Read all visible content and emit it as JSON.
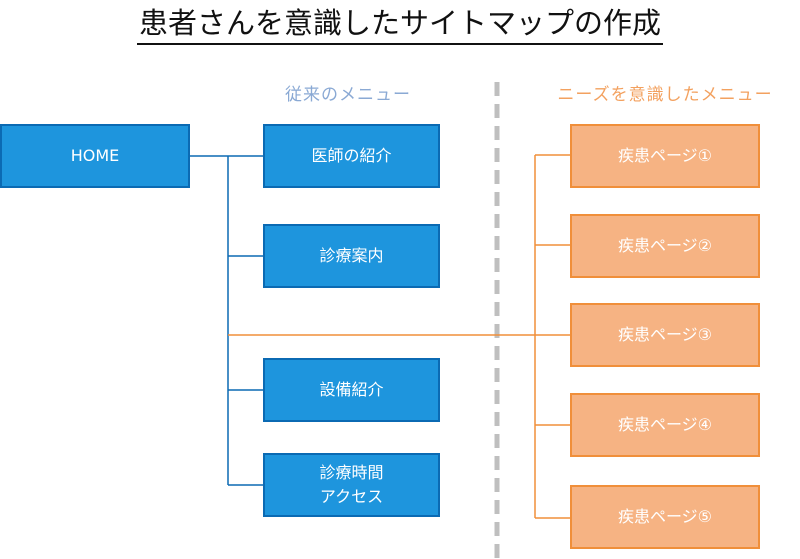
{
  "title": "患者さんを意識したサイトマップの作成",
  "headings": {
    "old_menu": "従来のメニュー",
    "needs_menu": "ニーズを意識したメニュー"
  },
  "home": "HOME",
  "old_menu_items": [
    {
      "line1": "医師の紹介",
      "line2": ""
    },
    {
      "line1": "診療案内",
      "line2": ""
    },
    {
      "line1": "設備紹介",
      "line2": ""
    },
    {
      "line1": "診療時間",
      "line2": "アクセス"
    }
  ],
  "needs_menu_items": [
    {
      "label": "疾患ページ①"
    },
    {
      "label": "疾患ページ②"
    },
    {
      "label": "疾患ページ③"
    },
    {
      "label": "疾患ページ④"
    },
    {
      "label": "疾患ページ⑤"
    }
  ],
  "colors": {
    "blue_fill": "#1e95dd",
    "blue_border": "#0b6ab3",
    "orange_fill": "#f6b383",
    "orange_border": "#f08f3a",
    "divider": "#bfbfbf"
  }
}
